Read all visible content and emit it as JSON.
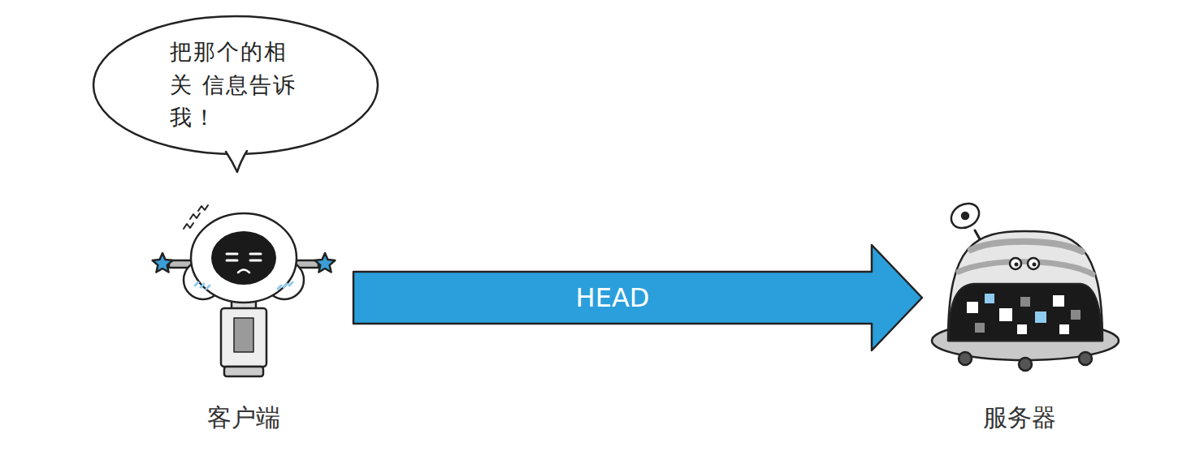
{
  "diagram": {
    "nodes": [
      {
        "text": [
          "把那个的相关 信息告诉我！"
        ]
      },
      {
        "text": [
          "客户端"
        ]
      },
      {
        "text": [
          "服务器"
        ]
      }
    ],
    "edges": [
      {
        "from": 1,
        "to": 2,
        "arrow": "to",
        "label": "HEAD"
      }
    ]
  }
}
